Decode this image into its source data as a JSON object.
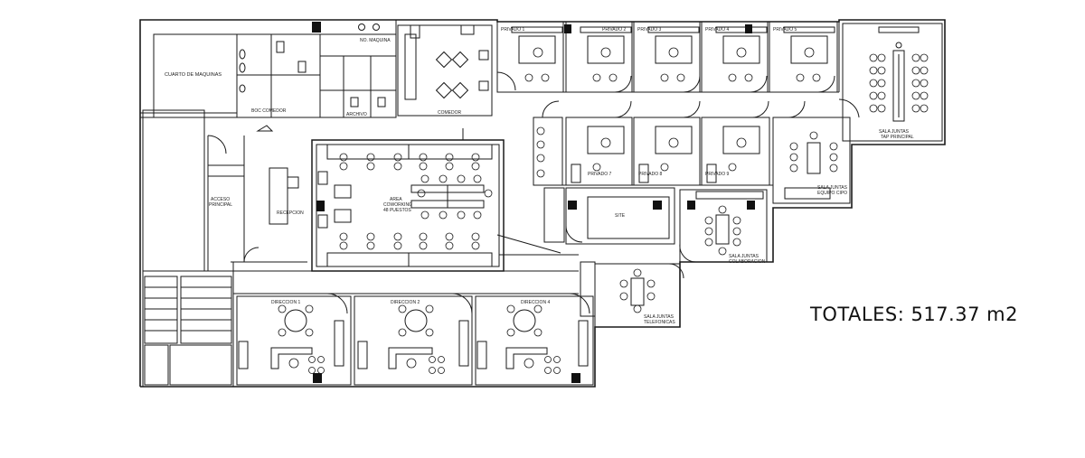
{
  "plan": {
    "rooms": [
      {
        "id": "machine-room",
        "label": "CUARTO DE MAQUINAS"
      },
      {
        "id": "printer",
        "label": "NO. MAQUINA"
      },
      {
        "id": "kitchen-a",
        "label": "BOC COMEDOR"
      },
      {
        "id": "kitchen-b",
        "label": "ARCHIVO"
      },
      {
        "id": "dining",
        "label": "COMEDOR"
      },
      {
        "id": "privado-1",
        "label": "PRIVADO 1"
      },
      {
        "id": "privado-2",
        "label": "PRIVADO 2"
      },
      {
        "id": "privado-3",
        "label": "PRIVADO 3"
      },
      {
        "id": "privado-4",
        "label": "PRIVADO 4"
      },
      {
        "id": "privado-5",
        "label": "PRIVADO 5"
      },
      {
        "id": "main-meeting-1",
        "label": "SALA JUNTAS"
      },
      {
        "id": "main-meeting-2",
        "label": "TAP PRINCIPAL"
      },
      {
        "id": "privado-7",
        "label": "PRIVADO 7"
      },
      {
        "id": "privado-8",
        "label": "PRIVADO 8"
      },
      {
        "id": "privado-9",
        "label": "PRIVADO 9"
      },
      {
        "id": "team-meeting-1",
        "label": "SALA JUNTAS"
      },
      {
        "id": "team-meeting-2",
        "label": "EQUIPO CIPO"
      },
      {
        "id": "access-1",
        "label": "ACCESO"
      },
      {
        "id": "access-2",
        "label": "PRINCIPAL"
      },
      {
        "id": "reception",
        "label": "RECEPCION"
      },
      {
        "id": "cowork-1",
        "label": "AREA"
      },
      {
        "id": "cowork-2",
        "label": "COWORKING"
      },
      {
        "id": "cowork-3",
        "label": "48 PUESTOS"
      },
      {
        "id": "site",
        "label": "SITE"
      },
      {
        "id": "collab-1",
        "label": "SALA JUNTAS"
      },
      {
        "id": "collab-2",
        "label": "COLABORACION"
      },
      {
        "id": "phone-1",
        "label": "SALA JUNTAS"
      },
      {
        "id": "phone-2",
        "label": "TELEFONICAS"
      },
      {
        "id": "direccion-1",
        "label": "DIRECCION 1"
      },
      {
        "id": "direccion-2",
        "label": "DIRECCION 2"
      },
      {
        "id": "direccion-4",
        "label": "DIRECCION 4"
      }
    ]
  },
  "totals": {
    "text": "TOTALES: 517.37 m2"
  }
}
